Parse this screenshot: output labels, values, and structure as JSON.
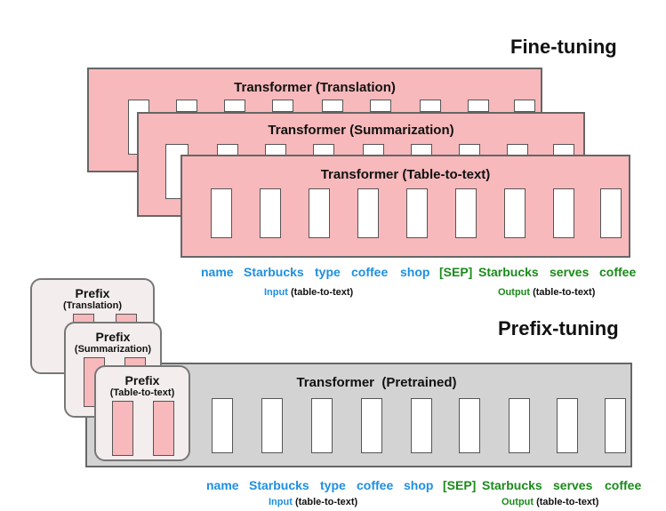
{
  "finetuning": {
    "heading": "Fine-tuning",
    "models": [
      {
        "title": "Transformer (Translation)"
      },
      {
        "title": "Transformer (Summarization)"
      },
      {
        "title": "Transformer (Table-to-text)"
      }
    ],
    "input_tokens": [
      "name",
      "Starbucks",
      "type",
      "coffee",
      "shop"
    ],
    "output_tokens": [
      "[SEP]",
      "Starbucks",
      "serves",
      "coffee"
    ],
    "input_caption": {
      "keyword": "Input",
      "rest": "(table-to-text)"
    },
    "output_caption": {
      "keyword": "Output",
      "rest": "(table-to-text)"
    }
  },
  "prefixtuning": {
    "heading": "Prefix-tuning",
    "model_title": "Transformer  (Pretrained)",
    "prefixes": [
      {
        "title": "Prefix",
        "task": "(Translation)"
      },
      {
        "title": "Prefix",
        "task": "(Summarization)"
      },
      {
        "title": "Prefix",
        "task": "(Table-to-text)"
      }
    ],
    "input_tokens": [
      "name",
      "Starbucks",
      "type",
      "coffee",
      "shop"
    ],
    "output_tokens": [
      "[SEP]",
      "Starbucks",
      "serves",
      "coffee"
    ],
    "input_caption": {
      "keyword": "Input",
      "rest": "(table-to-text)"
    },
    "output_caption": {
      "keyword": "Output",
      "rest": "(table-to-text)"
    }
  },
  "colors": {
    "finetune_box": "#f7b9bb",
    "pretrained_box": "#d3d3d3",
    "prefix_bg": "#f4eded",
    "input_text": "#1e8fe0",
    "output_text": "#1a8a1a"
  }
}
